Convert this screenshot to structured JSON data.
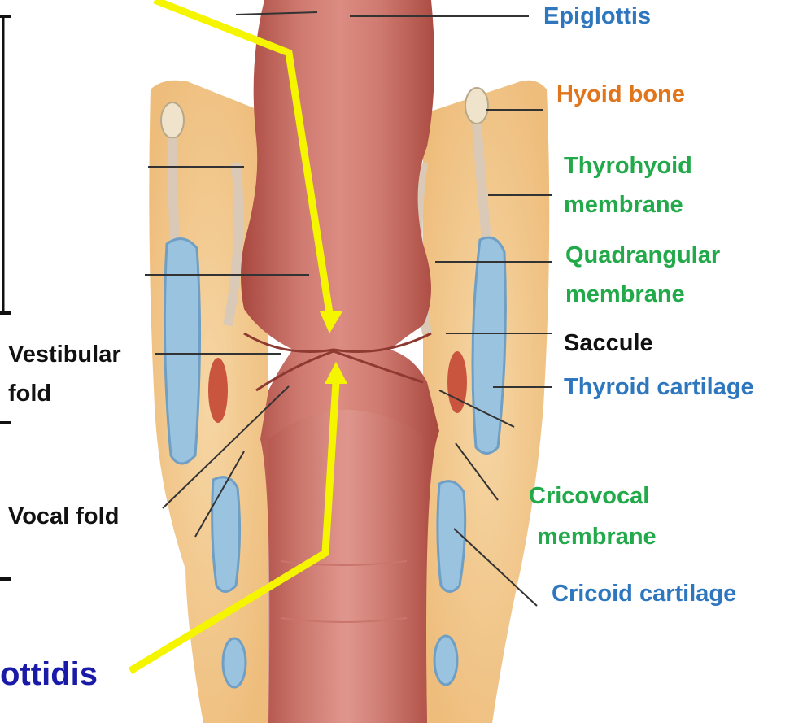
{
  "labels": {
    "epiglottis": "Epiglottis",
    "hyoid_bone": "Hyoid bone",
    "thyrohyoid_1": "Thyrohyoid",
    "thyrohyoid_2": "membrane",
    "quadrangular_1": "Quadrangular",
    "quadrangular_2": "membrane",
    "saccule": "Saccule",
    "thyroid_cartilage": "Thyroid cartilage",
    "cricovocal_1": "Cricovocal",
    "cricovocal_2": "membrane",
    "cricoid_cartilage": "Cricoid cartilage",
    "vestibular_1": "Vestibular",
    "vestibular_2": "fold",
    "vocal_fold": "Vocal fold",
    "rima_partial": "ottidis"
  },
  "colors": {
    "blue": "#2e77bf",
    "orange": "#e0751c",
    "green": "#22a94a",
    "black": "#111111",
    "navy": "#1a1aa8",
    "arrow": "#f5f500",
    "mucosa": "#c86a60",
    "mucosa_dark": "#a8483f",
    "fat": "#f2c98e",
    "cartilage": "#9ac3e0"
  }
}
